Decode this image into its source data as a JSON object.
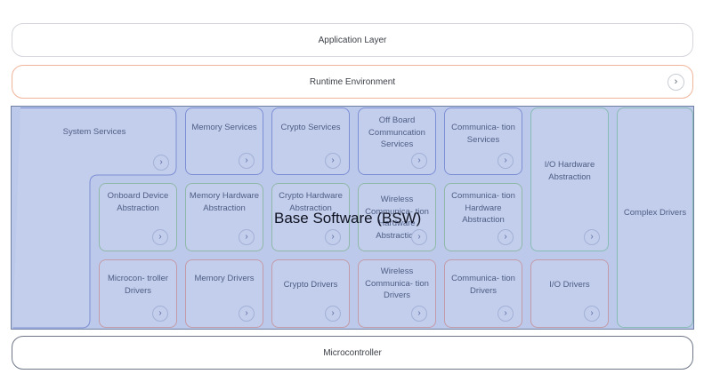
{
  "layers": {
    "application": "Application Layer",
    "runtime": "Runtime Environment",
    "microcontroller": "Microcontroller"
  },
  "bsw": {
    "title": "Base Software (BSW)",
    "system_services": "System Services",
    "memory_services": "Memory Services",
    "crypto_services": "Crypto Services",
    "offboard_comm_services": "Off Board Communcation Services",
    "comm_services": "Communica- tion Services",
    "io_hw_abstraction": "I/O Hardware Abstraction",
    "complex_drivers": "Complex Drivers",
    "onboard_device_abstraction": "Onboard Device Abstraction",
    "memory_hw_abstraction": "Memory Hardware Abstraction",
    "crypto_hw_abstraction": "Crypto Hardware Abstraction",
    "wireless_comm_hw_abstraction": "Wireless Communica- tion Hardware Abstraction",
    "comm_hw_abstraction": "Communica- tion Hardware Abstraction",
    "microcontroller_drivers": "Microcon- troller Drivers",
    "memory_drivers": "Memory Drivers",
    "crypto_drivers": "Crypto Drivers",
    "wireless_comm_drivers": "Wireless Communica- tion Drivers",
    "comm_drivers": "Communica- tion Drivers",
    "io_drivers": "I/O Drivers"
  },
  "icons": {
    "expand": "›"
  },
  "colors": {
    "bsw_fill": "#bdc9ea",
    "rte_border": "#f0b49a",
    "service_border": "#7d8fd4",
    "abstraction_border": "#8fb8a8",
    "mcal_border": "#c39aa7"
  }
}
